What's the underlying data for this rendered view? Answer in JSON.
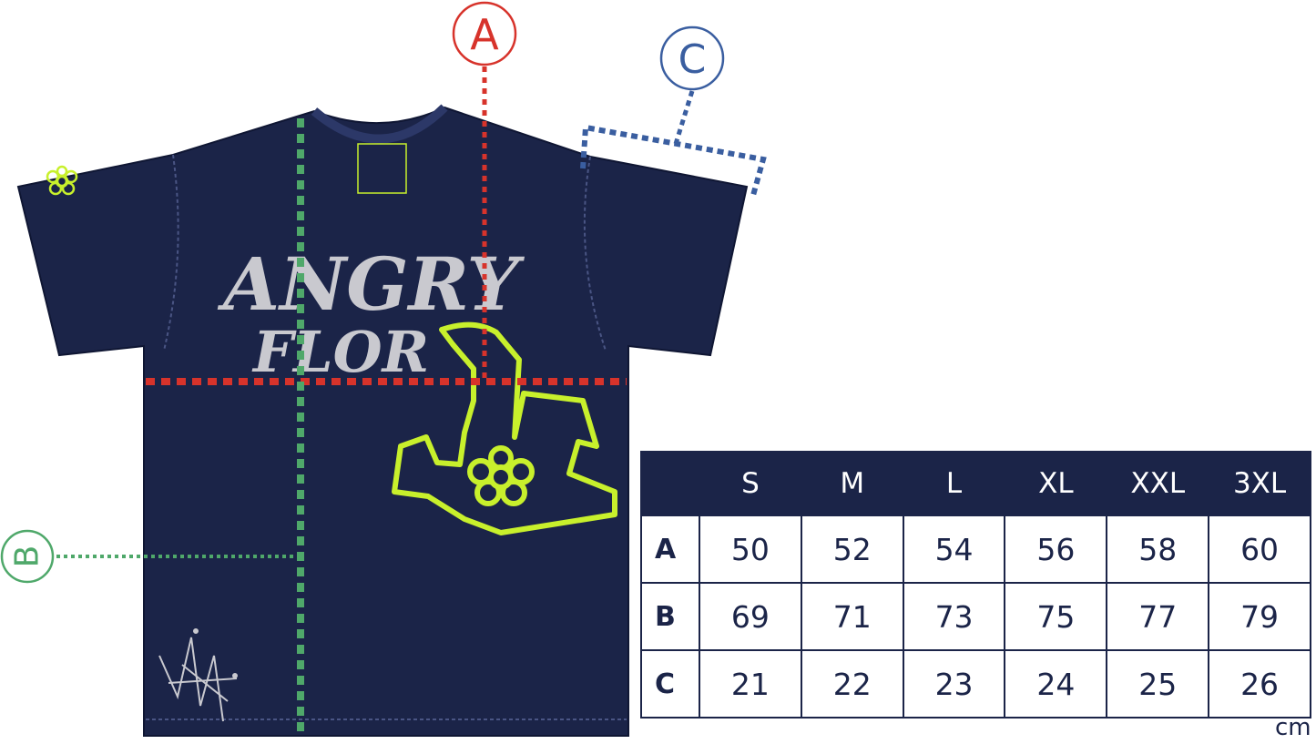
{
  "brand_print": {
    "line1": "ANGRY",
    "line2": "FLOR"
  },
  "measure_labels": {
    "a": "A",
    "b": "B",
    "c": "C"
  },
  "colors": {
    "shirt": "#1b2448",
    "measure_a": "#d7332b",
    "measure_b": "#4fa86a",
    "measure_c": "#3a5ea0",
    "print_neon": "#c8f02c",
    "print_text": "#c9c9cf"
  },
  "size_table": {
    "sizes": [
      "S",
      "M",
      "L",
      "XL",
      "XXL",
      "3XL"
    ],
    "rows": [
      {
        "label": "A",
        "values": [
          "50",
          "52",
          "54",
          "56",
          "58",
          "60"
        ]
      },
      {
        "label": "B",
        "values": [
          "69",
          "71",
          "73",
          "75",
          "77",
          "79"
        ]
      },
      {
        "label": "C",
        "values": [
          "21",
          "22",
          "23",
          "24",
          "25",
          "26"
        ]
      }
    ],
    "unit": "cm"
  }
}
